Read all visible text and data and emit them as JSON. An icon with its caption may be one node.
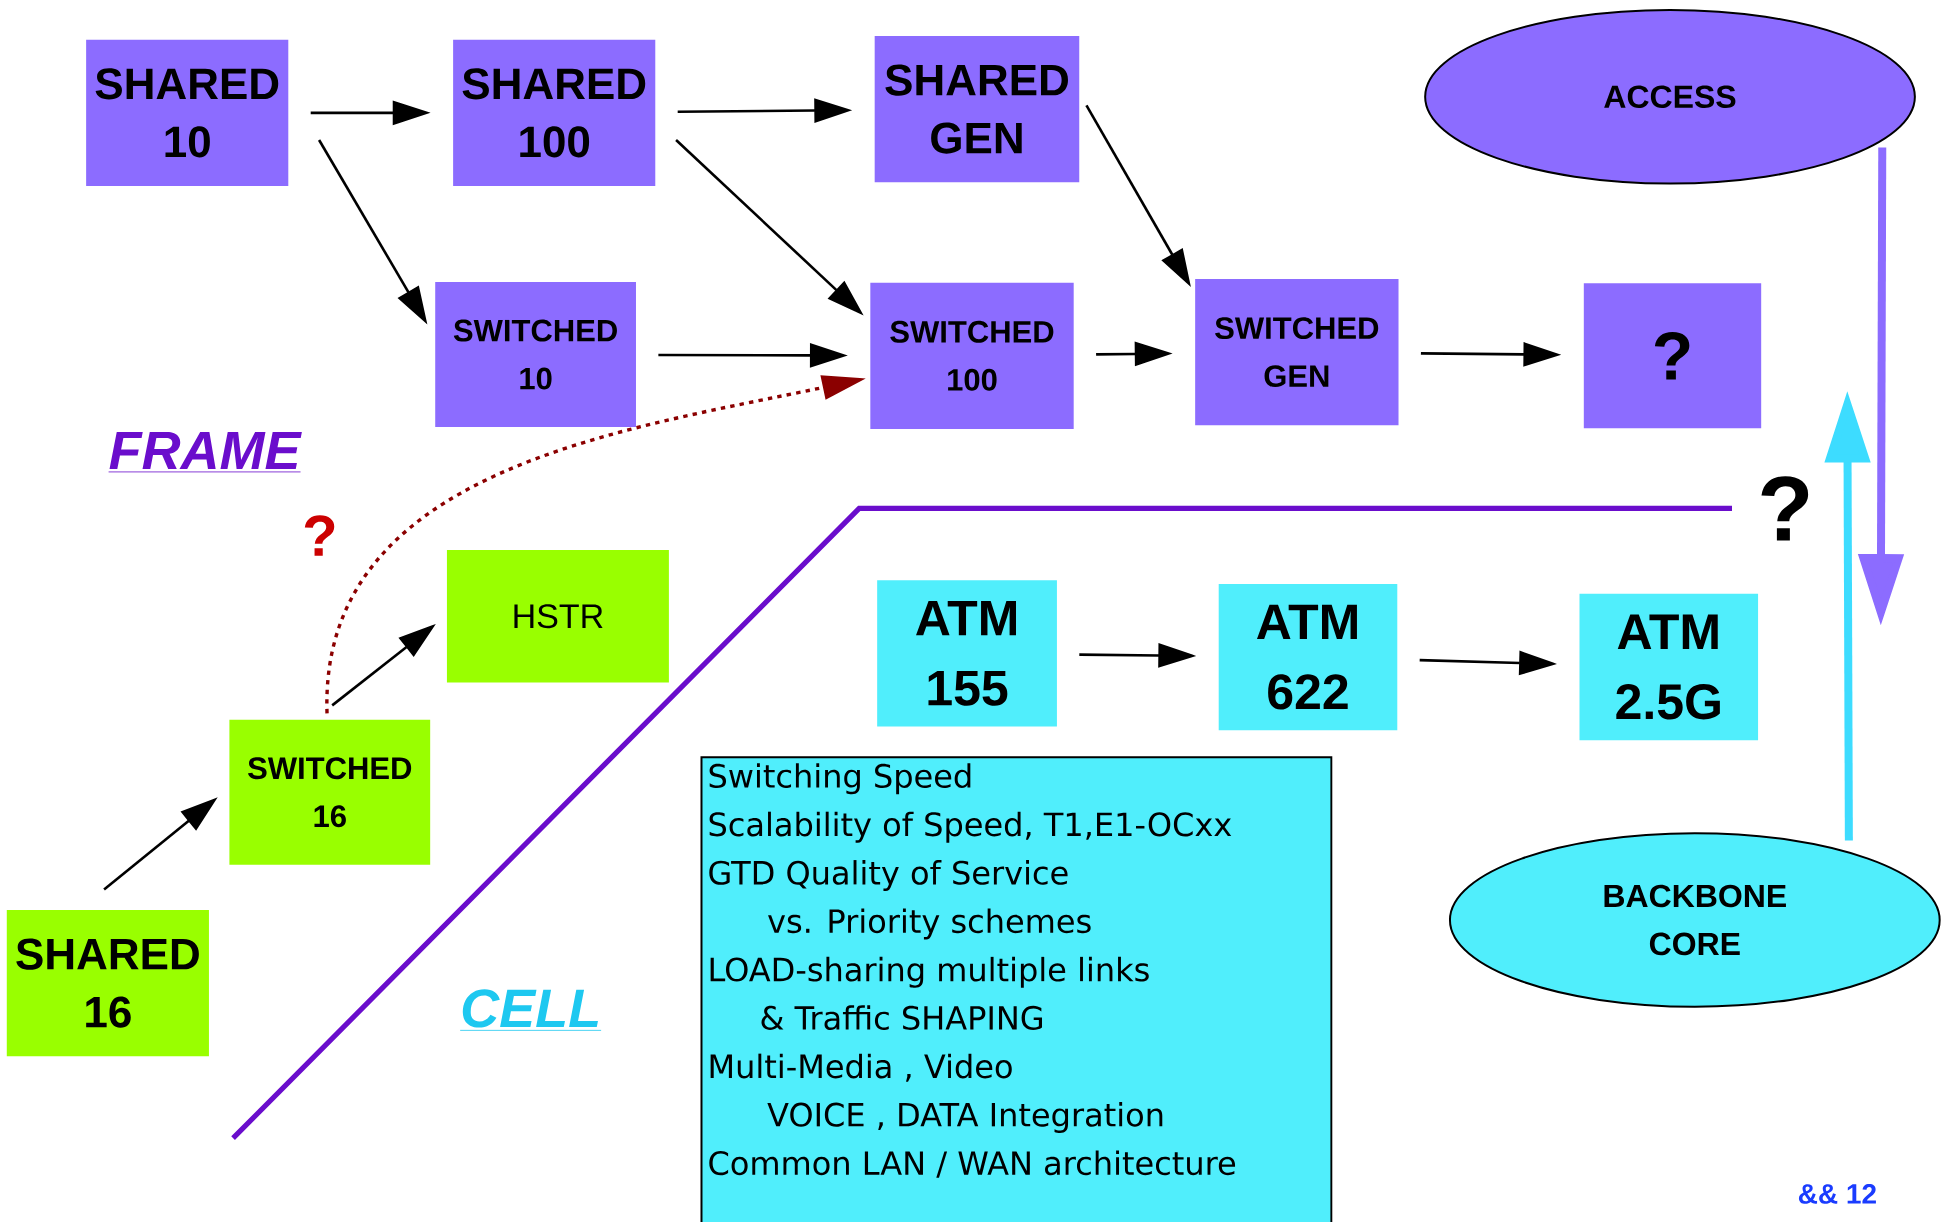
{
  "diagram": {
    "nodes": [
      {
        "text": [
          "SHARED 10"
        ]
      },
      {
        "text": [
          "SHARED 100"
        ]
      },
      {
        "text": [
          "SHARED GEN"
        ]
      },
      {
        "text": [
          "ACCESS"
        ]
      },
      {
        "text": [
          "SWITCHED 10"
        ]
      },
      {
        "text": [
          "SWITCHED 100"
        ]
      },
      {
        "text": [
          "SWITCHED GEN"
        ]
      },
      {
        "text": [
          "?"
        ]
      },
      {
        "text": [
          "HSTR"
        ]
      },
      {
        "text": [
          "SWITCHED 16"
        ]
      },
      {
        "text": [
          "SHARED 16"
        ]
      },
      {
        "text": [
          "ATM 155"
        ]
      },
      {
        "text": [
          "ATM 622"
        ]
      },
      {
        "text": [
          "ATM 2.5G"
        ]
      },
      {
        "text": [
          "Switching Speed",
          "Scalability of Speed, T1,E1-OCxx",
          "GTD Quality of Service",
          "vs. Priority schemes",
          "LOAD-sharing multiple links",
          "& Traffic SHAPING",
          "Multi-Media , Video",
          "VOICE , DATA Integration",
          "Common LAN / WAN architecture"
        ]
      },
      {
        "text": [
          "BACKBONE CORE"
        ]
      }
    ],
    "edges": [
      {
        "from": 0,
        "to": 1,
        "arrow": "to"
      },
      {
        "from": 0,
        "to": 4,
        "arrow": "to"
      },
      {
        "from": 1,
        "to": 2,
        "arrow": "to"
      },
      {
        "from": 1,
        "to": 5,
        "arrow": "to"
      },
      {
        "from": 2,
        "to": 6,
        "arrow": "to"
      },
      {
        "from": 4,
        "to": 5,
        "arrow": "to"
      },
      {
        "from": 5,
        "to": 6,
        "arrow": "to"
      },
      {
        "from": 6,
        "to": 7,
        "arrow": "to"
      },
      {
        "from": 3,
        "to": null,
        "arrow": "to",
        "style": "thick",
        "color": "#8c6cff"
      },
      {
        "from": 9,
        "to": 8,
        "arrow": "to"
      },
      {
        "from": 9,
        "to": 5,
        "arrow": "to",
        "style": "dashed",
        "color": "#8b0000"
      },
      {
        "from": 10,
        "to": 9,
        "arrow": "to"
      },
      {
        "from": 11,
        "to": 12,
        "arrow": "to"
      },
      {
        "from": 12,
        "to": 13,
        "arrow": "to"
      },
      {
        "from": 15,
        "to": null,
        "arrow": "to",
        "style": "thick",
        "color": "#3ddcff"
      }
    ],
    "labels": [
      "FRAME",
      "?",
      "?",
      "CELL",
      "&& 12"
    ]
  }
}
